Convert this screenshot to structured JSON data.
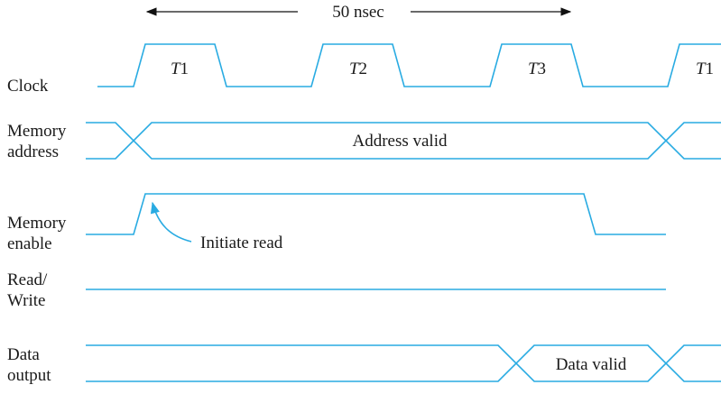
{
  "timing": "50 nsec",
  "signals": {
    "clock": {
      "line1": "Clock",
      "line2": ""
    },
    "address": {
      "line1": "Memory",
      "line2": "address"
    },
    "enable": {
      "line1": "Memory",
      "line2": "enable"
    },
    "rw": {
      "line1": "Read/",
      "line2": "Write"
    },
    "data": {
      "line1": "Data",
      "line2": "output"
    }
  },
  "cycles": [
    {
      "letter": "T",
      "num": "1"
    },
    {
      "letter": "T",
      "num": "2"
    },
    {
      "letter": "T",
      "num": "3"
    },
    {
      "letter": "T",
      "num": "1"
    }
  ],
  "annotations": {
    "address_valid": "Address valid",
    "initiate_read": "Initiate read",
    "data_valid": "Data valid"
  },
  "colors": {
    "wave": "#29abe2",
    "text": "#1a1a1a",
    "arrow": "#111111"
  }
}
